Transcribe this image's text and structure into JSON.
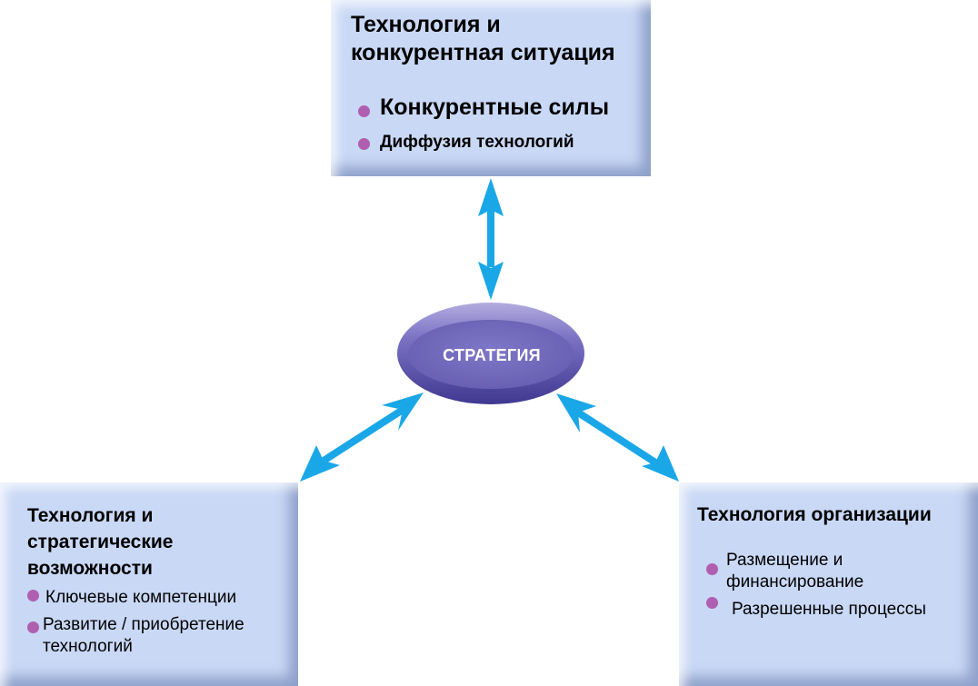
{
  "center": {
    "label": "СТРАТЕГИЯ",
    "color": "#6b63b5"
  },
  "arrow_color": "#1aa7e8",
  "bullet_color": "#b05fb0",
  "box_color": "#c9d8f5",
  "top_box": {
    "title": "Технология и конкурентная ситуация",
    "items": [
      "Конкурентные силы",
      "Диффузия технологий"
    ]
  },
  "left_box": {
    "title": "Технология и стратегические возможности",
    "items": [
      "Ключевые компетенции",
      "Развитие / приобретение технологий"
    ]
  },
  "right_box": {
    "title": "Технология организации",
    "items": [
      "Размещение и финансирование",
      "Разрешенные процессы"
    ]
  }
}
